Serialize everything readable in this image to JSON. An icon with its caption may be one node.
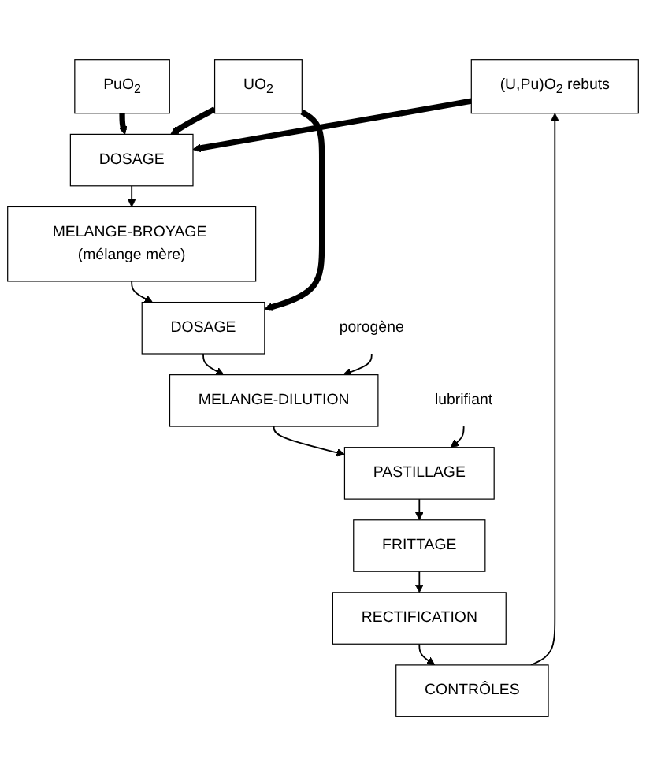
{
  "diagram": {
    "nodes": [
      {
        "text": [
          "UO$_{2}$"
        ]
      },
      {
        "text": [
          "PuO$_{2}$"
        ]
      },
      {
        "text": [
          "(U,Pu)O$_{2}$ rebuts"
        ]
      },
      {
        "text": [
          "DOSAGE"
        ]
      },
      {
        "text": [
          "MELANGE-BROYAGE (mélange mère)"
        ]
      },
      {
        "text": [
          "DOSAGE"
        ]
      },
      {
        "text": [
          "MELANGE-DILUTION"
        ]
      },
      {
        "text": [
          "PASTILLAGE"
        ]
      },
      {
        "text": [
          "FRITTAGE"
        ]
      },
      {
        "text": [
          "RECTIFICATION"
        ]
      },
      {
        "text": [
          "CONTRÔLES"
        ]
      },
      {
        "text": [
          "porogène"
        ]
      },
      {
        "text": [
          "lubrifiant"
        ]
      }
    ],
    "edges": [
      {
        "from": 0,
        "to": 3,
        "arrow": "to",
        "style": "thick"
      },
      {
        "from": 1,
        "to": 3,
        "arrow": "to",
        "style": "thick"
      },
      {
        "from": 2,
        "to": 3,
        "arrow": "to",
        "style": "thick"
      },
      {
        "from": 3,
        "to": 4,
        "arrow": "to"
      },
      {
        "from": 4,
        "to": 5,
        "arrow": "to"
      },
      {
        "from": 0,
        "to": 5,
        "arrow": "to",
        "style": "thick"
      },
      {
        "from": 5,
        "to": 6,
        "arrow": "to"
      },
      {
        "from": 11,
        "to": 6,
        "arrow": "to"
      },
      {
        "from": 6,
        "to": 7,
        "arrow": "to"
      },
      {
        "from": 12,
        "to": 7,
        "arrow": "to"
      },
      {
        "from": 7,
        "to": 8,
        "arrow": "to"
      },
      {
        "from": 8,
        "to": 9,
        "arrow": "to"
      },
      {
        "from": 9,
        "to": 10,
        "arrow": "to"
      },
      {
        "from": 10,
        "to": 2,
        "arrow": "to"
      }
    ]
  }
}
